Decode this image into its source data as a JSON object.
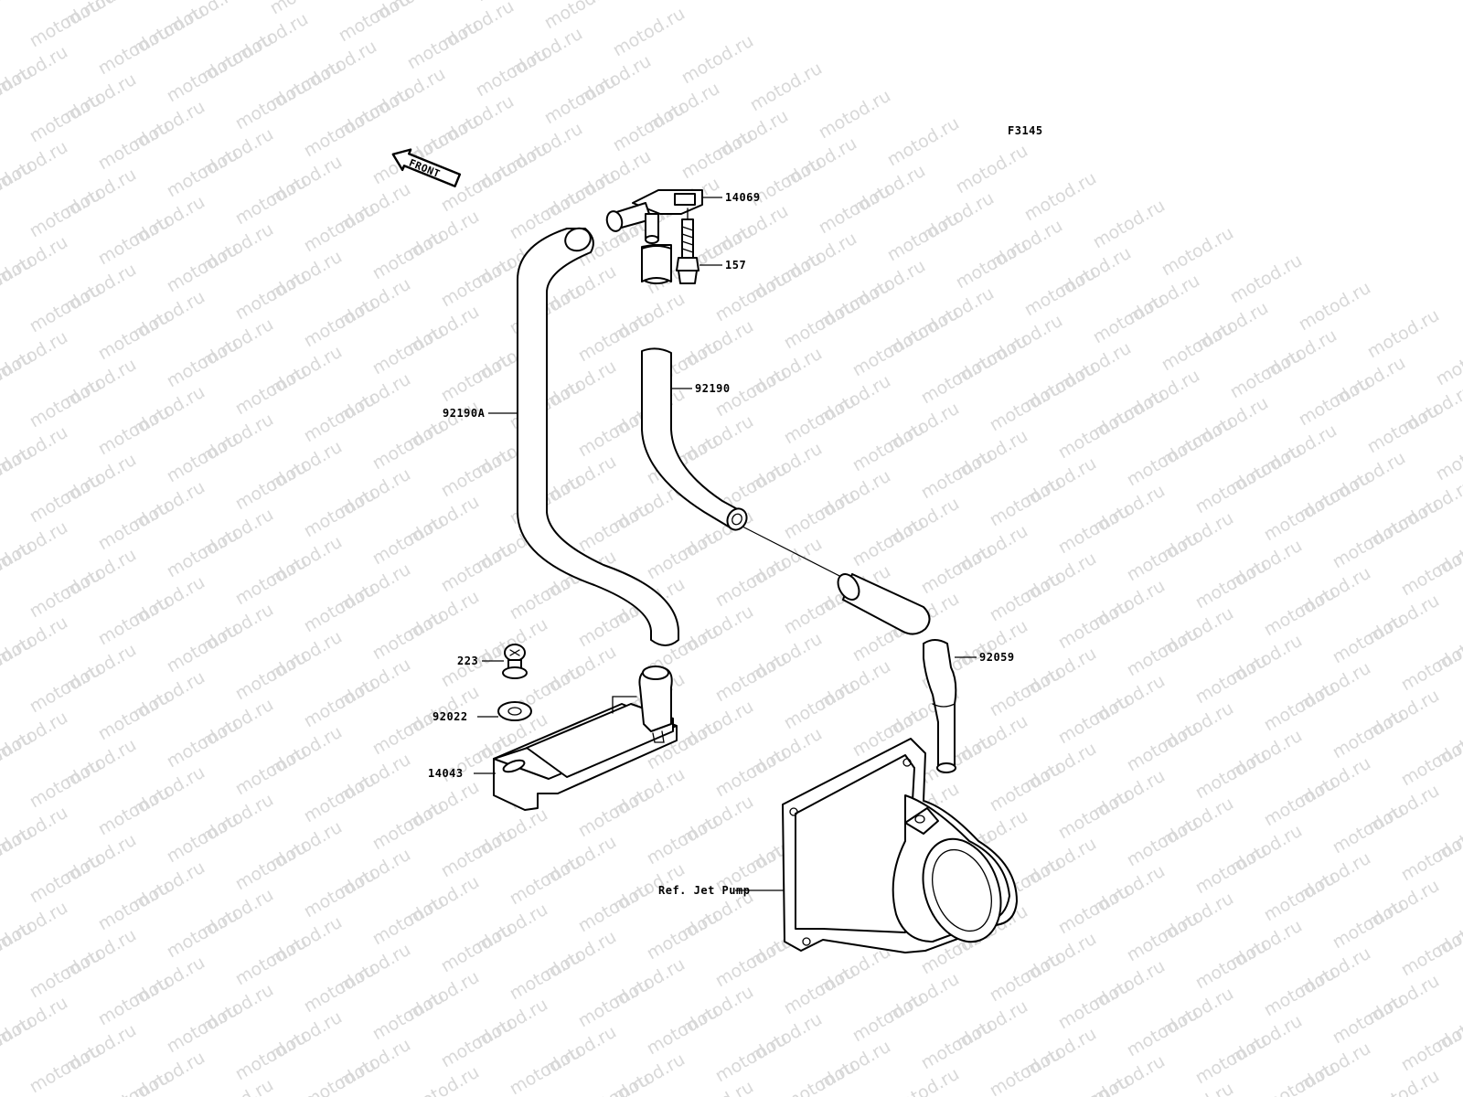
{
  "figure_code": "F3145",
  "front_arrow_text": "FRONT",
  "watermark_text": "motod.ru",
  "callouts": {
    "p14069": "14069",
    "p157": "157",
    "p92190": "92190",
    "p92190A": "92190A",
    "p223": "223",
    "p92022": "92022",
    "p14043": "14043",
    "p92059": "92059",
    "ref_jet_pump": "Ref. Jet Pump"
  },
  "colors": {
    "line": "#000000",
    "watermark": "#d8d8d8",
    "background": "#ffffff"
  }
}
